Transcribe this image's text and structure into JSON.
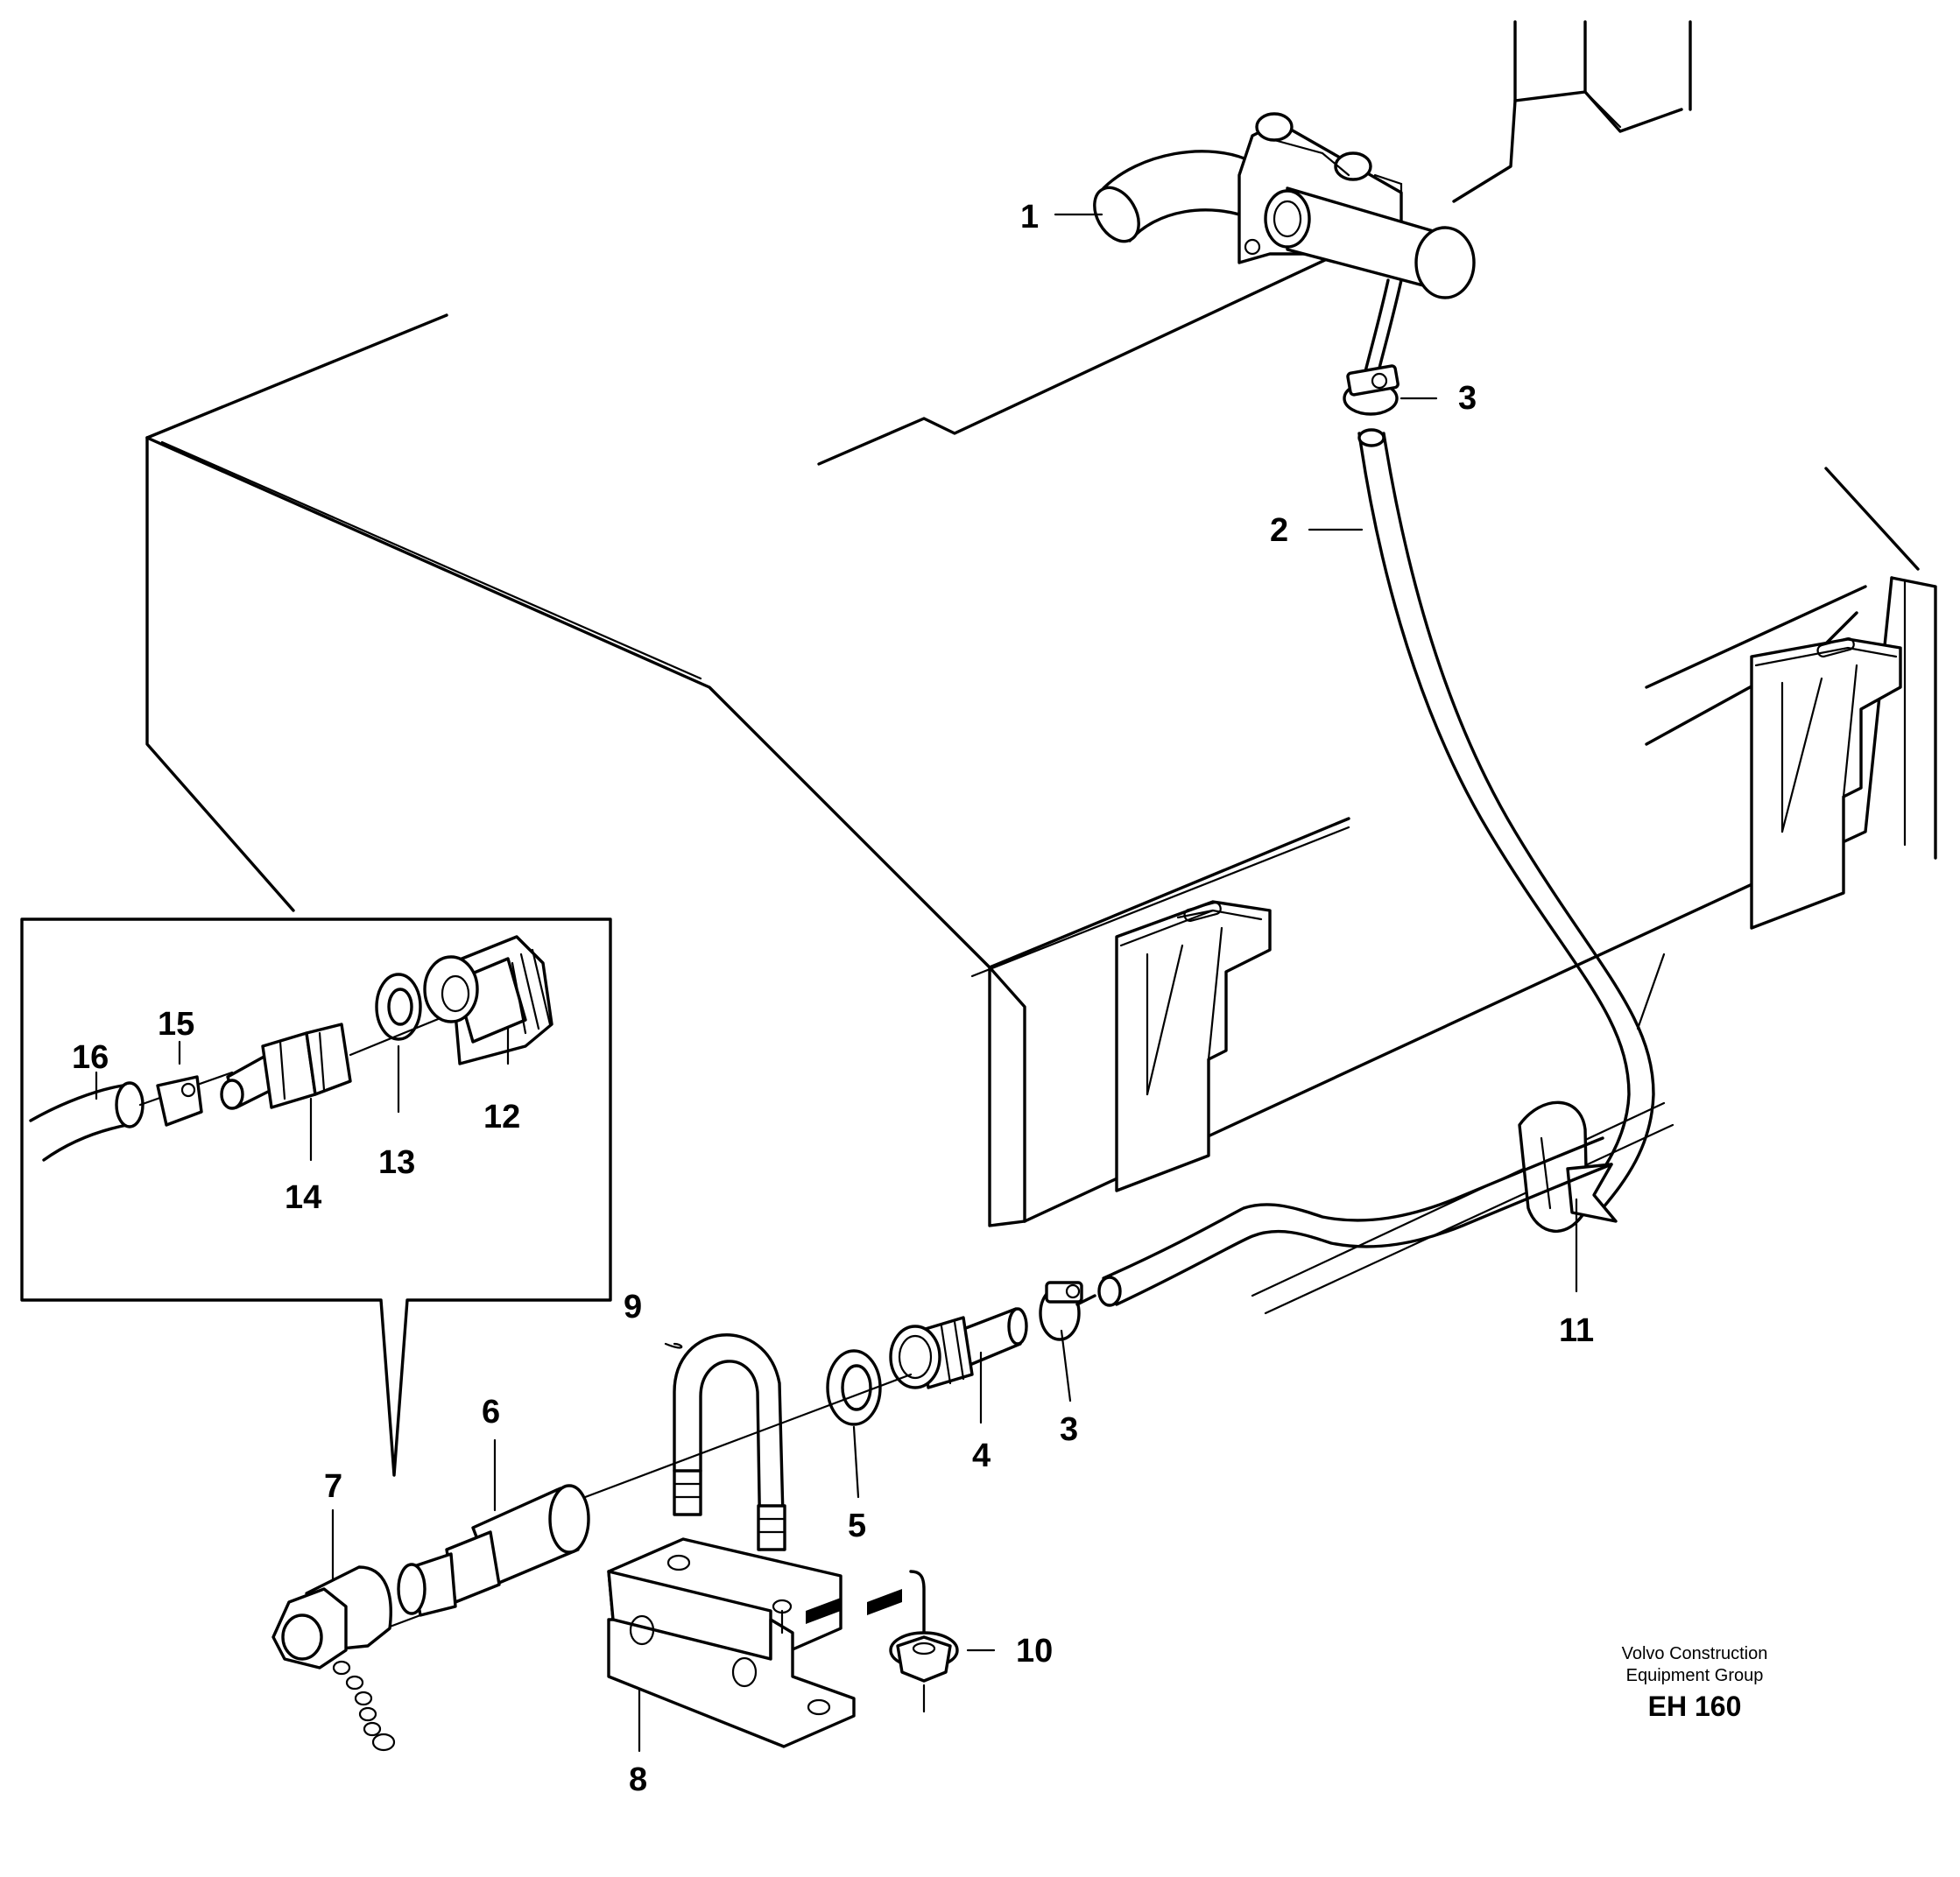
{
  "callouts": [
    "1",
    "2",
    "3",
    "3",
    "4",
    "5",
    "6",
    "7",
    "8",
    "9",
    "10",
    "11",
    "12",
    "13",
    "14",
    "15",
    "16"
  ],
  "brand": {
    "line1": "Volvo Construction",
    "line2": "Equipment Group",
    "code": "EH 160"
  }
}
